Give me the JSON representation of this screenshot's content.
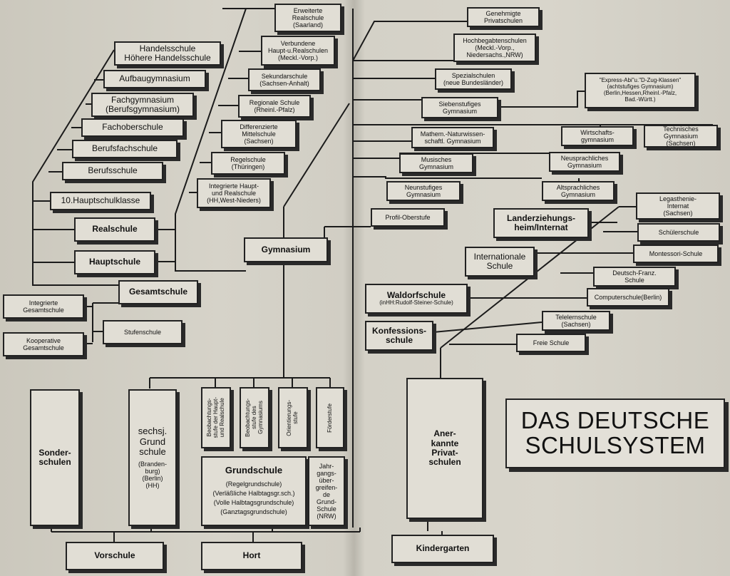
{
  "title": {
    "line1": "DAS DEUTSCHE",
    "line2": "SCHULSYSTEM"
  },
  "foundation": {
    "vorschule": "Vorschule",
    "hort": "Hort",
    "kindergarten": "Kindergarten"
  },
  "primary": {
    "sonderschulen": "Sonder-\nschulen",
    "sechsj": "sechsj.\nGrund\nschule",
    "sechsj_note": "(Branden-\nburg)\n(Berlin)\n(HH)",
    "beob_haupt": "Beobachtungs-\nstufe der Haupt-\nund Realschule",
    "beob_gym": "Beobachtungs-\nstufe des\nGymnasiums",
    "orientierung": "Orientierungs-\nstufe",
    "foerderstufe": "Förderstufe",
    "grundschule_title": "Grundschule",
    "grundschule_lines": [
      "(Regelgrundschule)",
      "(Verläßliche Halbtagsgr.sch.)",
      "(Volle Halbtagsgrundschule)",
      "(Ganztagsgrundschule)"
    ],
    "jahrgang": "Jahr-\ngangs-\nüber-\ngreifen-\nde\nGrund-\nSchule\n(NRW)"
  },
  "secondary_left": {
    "handelsschule": "Handelsschule\nHöhere Handelsschule",
    "aufbaugymnasium": "Aufbaugymnasium",
    "fachgymnasium": "Fachgymnasium\n(Berufsgymnasium)",
    "fachoberschule": "Fachoberschule",
    "berufsfachschule": "Berufsfachschule",
    "berufsschule": "Berufsschule",
    "hauptschulklasse": "10.Hauptschulklasse",
    "realschule": "Realschule",
    "hauptschule": "Hauptschule",
    "gesamtschule": "Gesamtschule",
    "integrierte_gs": "Integrierte\nGesamtschule",
    "kooperative_gs": "Kooperative\nGesamtschule",
    "stufenschule": "Stufenschule"
  },
  "secondary_middle": {
    "erweiterte": "Erweiterte\nRealschule\n(Saarland)",
    "verbundene": "Verbundene\nHaupt-u.Realschulen\n(Meckl.-Vorp.)",
    "sekundarschule": "Sekundarschule\n(Sachsen-Anhalt)",
    "regionale": "Regionale Schule\n(Rheinl.-Pfalz)",
    "differenzierte": "Differenzierte\nMittelschule\n(Sachsen)",
    "regelschule": "Regelschule\n(Thüringen)",
    "integrierte_hr": "Integrierte Haupt-\nund Realschule\n(HH,West-Nieders)",
    "gymnasium": "Gymnasium"
  },
  "right": {
    "genehmigte": "Genehmigte\nPrivatschulen",
    "hochbegabten": "Hochbegabtenschulen\n(Meckl.-Vorp.,\nNiedersachs.,NRW)",
    "spezial": "Spezialschulen\n(neue Bundesländer)",
    "siebenstufiges": "Siebenstufiges\nGymnasium",
    "express": "\"Express-Abi\"u.\"D-Zug-Klassen\"\n(achtstufiges Gymnasium)\n(Berlin,Hessen,Rheinl.-Pfalz,\nBad.-Württ.)",
    "mathem": "Mathem.-Naturwissen-\nschaftl. Gymnasium",
    "wirtschaft": "Wirtschafts-\ngymnasium",
    "technisches": "Technisches\nGymnasium\n(Sachsen)",
    "musisches": "Musisches\nGymnasium",
    "neusprachliches": "Neusprachliches\nGymnasium",
    "neunstufiges": "Neunstufiges\nGymnasium",
    "altsprachliches": "Altsprachliches\nGymnasium",
    "profil": "Profil-Oberstufe",
    "legasthenie": "Legasthenie-\nInternat\n(Sachsen)",
    "landerziehung": "Landerziehungs-\nheim/Internat",
    "schuelerschule": "Schülerschule",
    "montessori": "Montessori-Schule",
    "international": "Internationale\nSchule",
    "deutsch_franz": "Deutsch-Franz.\nSchule",
    "computerschule": "Computerschule(Berlin)",
    "waldorf": "Waldorfschule",
    "waldorf_note": "(inHH:Rudolf-Steiner-Schule)",
    "telelern": "Telelernschule\n(Sachsen)",
    "konfession": "Konfessions-\nschule",
    "freie": "Freie Schule",
    "anerkannte": "Aner-\nkannte\nPrivat-\nschulen"
  }
}
